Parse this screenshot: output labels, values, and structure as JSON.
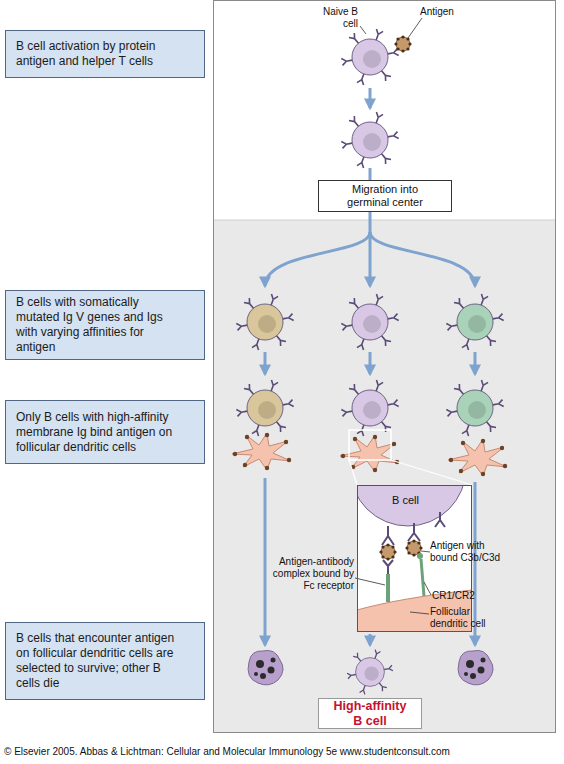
{
  "diagram": {
    "caption": "© Elsevier 2005. Abbas & Lichtman: Cellular and Molecular Immunology 5e www.studentconsult.com",
    "nodes": [
      {
        "text": [
          "B cell activation by protein antigen and helper T cells"
        ]
      },
      {
        "text": [
          "Migration into germinal center"
        ]
      },
      {
        "text": [
          "B cells with somatically mutated Ig V genes and Igs with varying affinities for antigen"
        ]
      },
      {
        "text": [
          "Only B cells with high-affinity membrane Ig bind antigen on follicular dendritic cells"
        ]
      },
      {
        "text": [
          "B cell"
        ]
      },
      {
        "text": [
          "B cells that encounter antigen on follicular dendritic cells are selected to survive; other B cells die"
        ]
      },
      {
        "text": [
          "High-affinity B cell"
        ]
      }
    ],
    "labels": [
      "Naive B cell",
      "Antigen",
      "Antigen-antibody complex bound by Fc receptor",
      "Antigen with bound C3b/C3d",
      "CR1/CR2",
      "Follicular dendritic cell"
    ]
  }
}
